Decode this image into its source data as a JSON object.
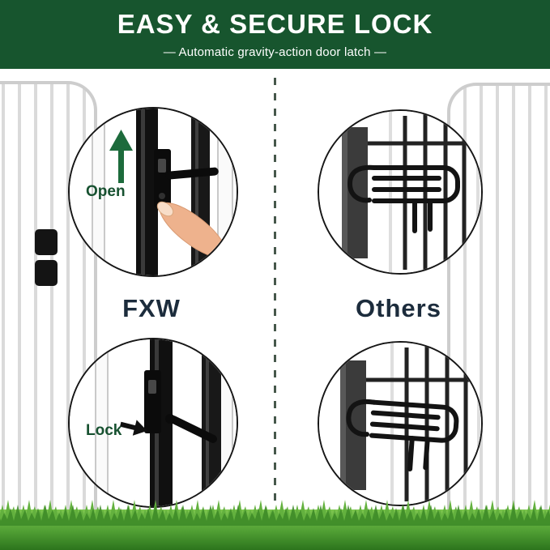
{
  "header": {
    "title": "EASY & SECURE LOCK",
    "subtitle": "—  Automatic gravity-action door latch  —"
  },
  "comparison": {
    "fxw": {
      "brand": "FXW",
      "open_label": "Open",
      "lock_label": "Lock",
      "top_photo": "fxw-latch-open-closeup",
      "bottom_photo": "fxw-latch-locked-closeup"
    },
    "others": {
      "brand": "Others",
      "top_photo": "competitor-wire-latch-closeup",
      "bottom_photo": "competitor-wire-latch-closeup-2"
    }
  },
  "icons": {
    "up_arrow": "open-direction-up-arrow",
    "lock_arrow": "lock-direction-arrow",
    "finger": "pointing-finger"
  },
  "colors": {
    "banner_green": "#17552e",
    "label_green": "#175130",
    "arrow_green": "#1d6b3c",
    "brand_text": "#1c2c3c",
    "grass_green": "#4f9e33"
  }
}
